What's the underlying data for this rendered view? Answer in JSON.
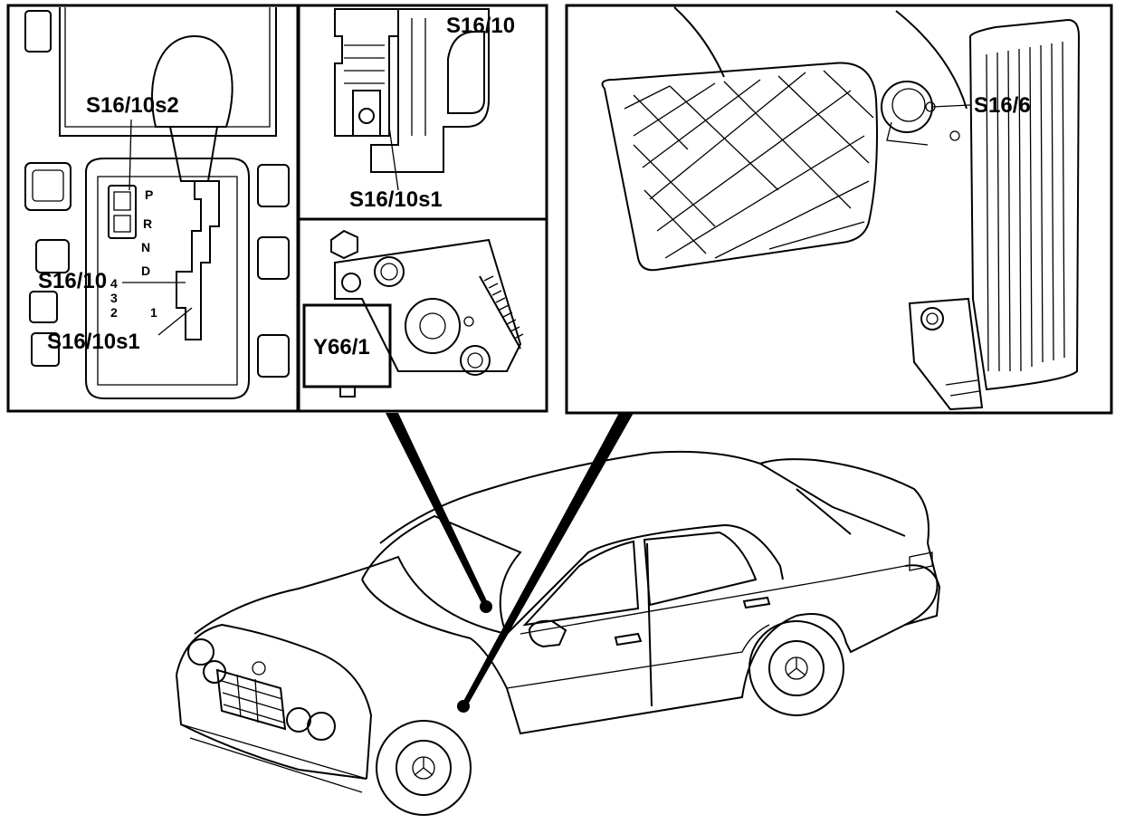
{
  "labels": {
    "s16_10s2": "S16/10s2",
    "s16_10": "S16/10",
    "s16_10s1": "S16/10s1",
    "s16_10_top": "S16/10",
    "s16_10s1_top": "S16/10s1",
    "y66_1": "Y66/1",
    "s16_6": "S16/6"
  },
  "gear_positions": [
    "P",
    "R",
    "N",
    "D",
    "4",
    "3",
    "2",
    "1"
  ]
}
